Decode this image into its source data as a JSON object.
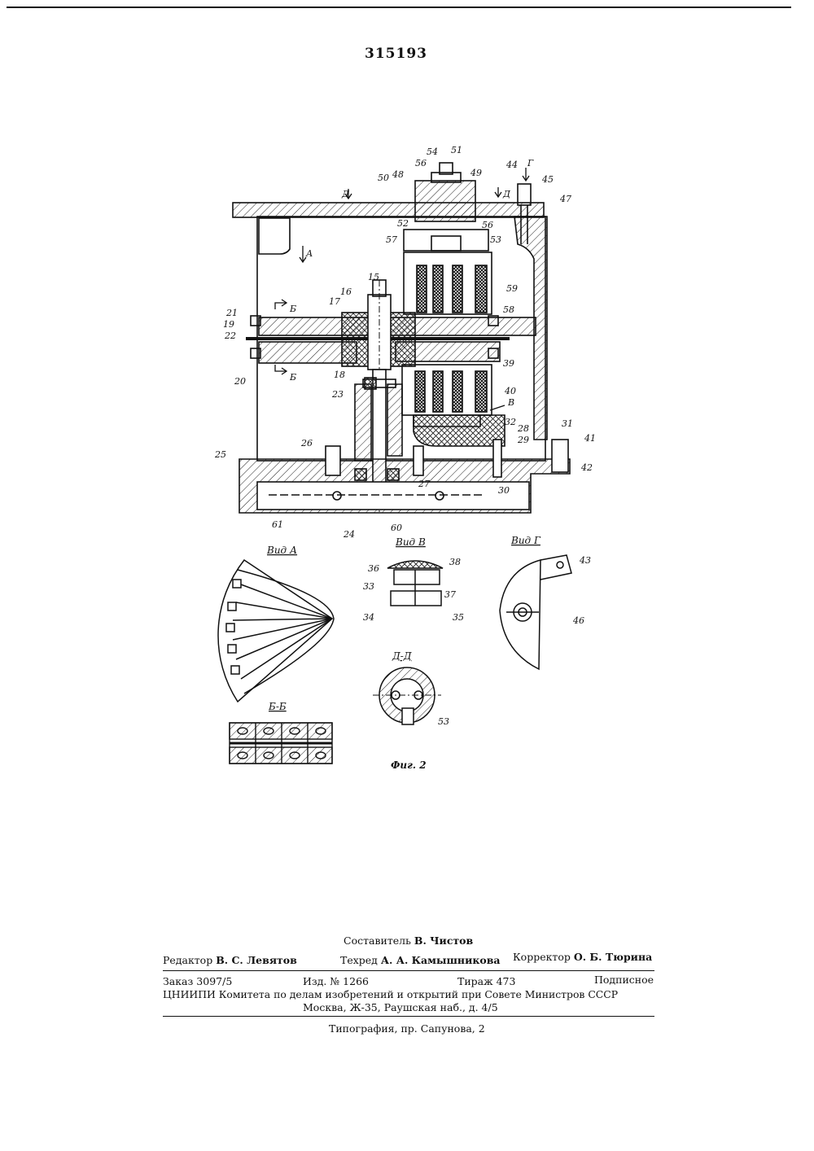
{
  "patent_number": "315193",
  "figure": {
    "caption": "Фиг. 2",
    "view_labels": {
      "vid_a": "Вид А",
      "vid_v": "Вид В",
      "vid_g": "Вид Г",
      "section_dd": "Д-Д",
      "section_bb": "Б-Б"
    },
    "section_markers": {
      "a": "А",
      "b": "Б",
      "d": "Д",
      "v": "В",
      "g": "Г"
    },
    "callouts": {
      "c15": "15",
      "c16": "16",
      "c17": "17",
      "c18": "18",
      "c19": "19",
      "c20": "20",
      "c21": "21",
      "c22": "22",
      "c23": "23",
      "c24": "24",
      "c25": "25",
      "c26": "26",
      "c27": "27",
      "c28": "28",
      "c29": "29",
      "c30": "30",
      "c31": "31",
      "c32": "32",
      "c33": "33",
      "c34": "34",
      "c35": "35",
      "c36": "36",
      "c37": "37",
      "c38": "38",
      "c39": "39",
      "c40": "40",
      "c41": "41",
      "c42": "42",
      "c43": "43",
      "c44": "44",
      "c45": "45",
      "c46": "46",
      "c47": "47",
      "c48": "48",
      "c49": "49",
      "c50": "50",
      "c51": "51",
      "c52": "52",
      "c53": "53",
      "c54": "54",
      "c56a": "56",
      "c56b": "56",
      "c57": "57",
      "c58": "58",
      "c59": "59",
      "c60": "60",
      "c61": "61"
    }
  },
  "colophon": {
    "compiler_role": "Составитель",
    "compiler_name": "В. Чистов",
    "editor_role": "Редактор",
    "editor_name": "В. С. Левятов",
    "techred_role": "Техред",
    "techred_name": "А. А. Камышникова",
    "corrector_role": "Корректор",
    "corrector_name": "О. Б. Тюрина",
    "order": "Заказ 3097/5",
    "edition": "Изд. № 1266",
    "circulation": "Тираж 473",
    "subscription": "Подписное",
    "org_line": "ЦНИИПИ Комитета по делам изобретений и открытий при Совете Министров СССР",
    "address": "Москва, Ж-35, Раушская наб., д. 4/5",
    "printer": "Типография, пр. Сапунова, 2"
  }
}
